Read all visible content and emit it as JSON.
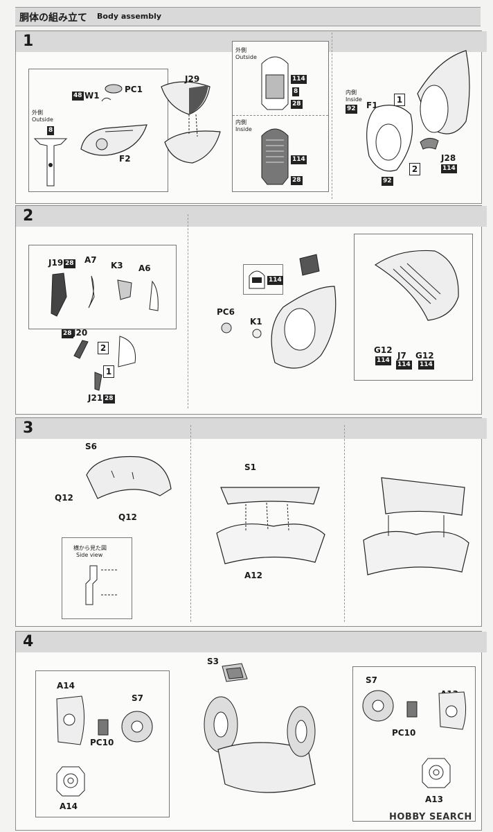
{
  "header": {
    "title_jp": "胴体の組み立て",
    "title_en": "Body assembly"
  },
  "steps": [
    {
      "number": "1",
      "labels": {
        "w1": "W1",
        "pc1": "PC1",
        "f2": "F2",
        "j29": "J29",
        "f1": "F1",
        "j28": "J28",
        "outside_jp": "外側",
        "outside_en": "Outside",
        "inside_jp": "内側",
        "inside_en": "Inside",
        "badge_48": "48",
        "badge_8": "8",
        "badge_114": "114",
        "badge_28": "28",
        "badge_92": "92",
        "seq1": "1",
        "seq2": "2"
      }
    },
    {
      "number": "2",
      "labels": {
        "j19": "J19",
        "a7": "A7",
        "k3": "K3",
        "a6": "A6",
        "j20": "J20",
        "j21": "J21",
        "pc6": "PC6",
        "k1": "K1",
        "g12": "G12",
        "j7": "J7",
        "badge_28": "28",
        "badge_114": "114",
        "seq1": "1",
        "seq2": "2"
      }
    },
    {
      "number": "3",
      "labels": {
        "s6": "S6",
        "q12": "Q12",
        "s1": "S1",
        "a12": "A12",
        "side_view_jp": "横から見た図",
        "side_view_en": "Side view"
      }
    },
    {
      "number": "4",
      "labels": {
        "a14": "A14",
        "s7": "S7",
        "pc10": "PC10",
        "s3": "S3",
        "a13": "A13"
      }
    }
  ],
  "footer": {
    "logo_text": "HOBBY SEARCH"
  }
}
